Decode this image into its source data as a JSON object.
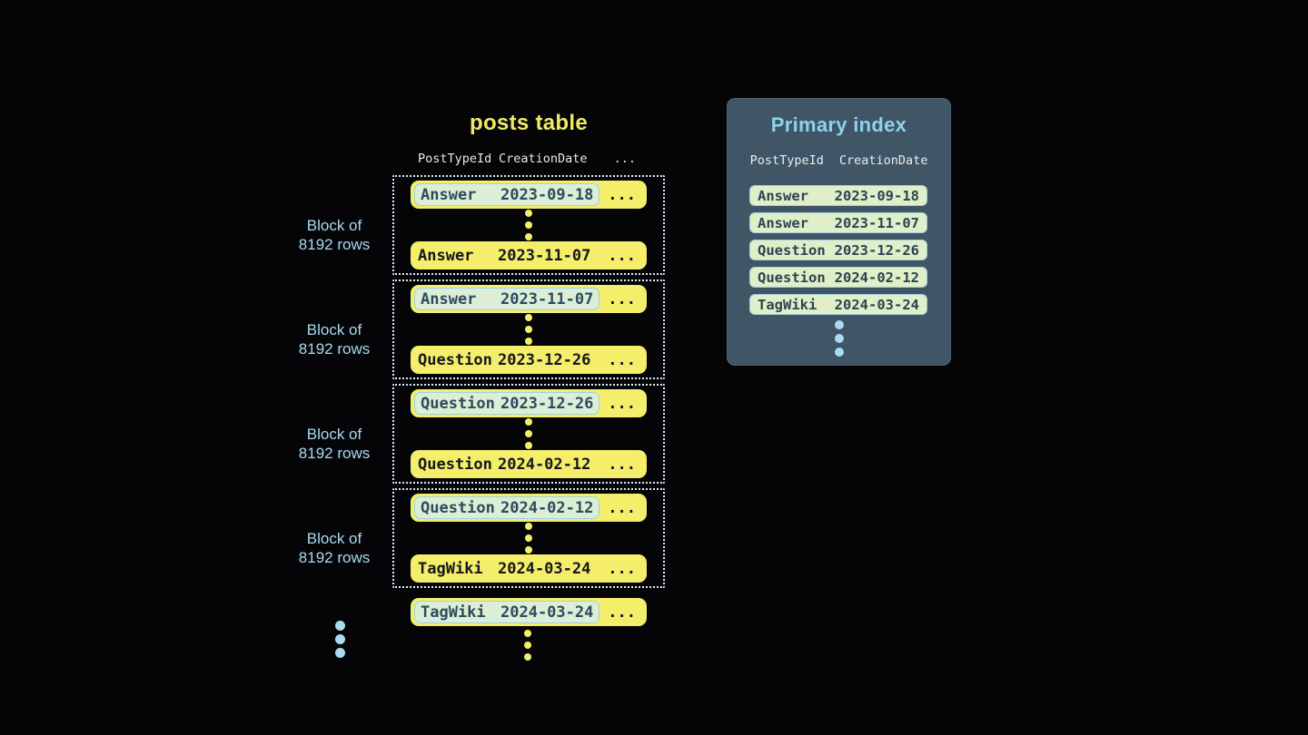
{
  "posts_table": {
    "title": "posts table",
    "columns": {
      "type": "PostTypeId",
      "date": "CreationDate",
      "more": "..."
    },
    "block_label": {
      "line1": "Block of",
      "line2": "8192 rows"
    },
    "row_ellipsis": "...",
    "blocks": [
      {
        "first": {
          "type": "Answer",
          "date": "2023-09-18"
        },
        "last": {
          "type": "Answer",
          "date": "2023-11-07"
        }
      },
      {
        "first": {
          "type": "Answer",
          "date": "2023-11-07"
        },
        "last": {
          "type": "Question",
          "date": "2023-12-26"
        }
      },
      {
        "first": {
          "type": "Question",
          "date": "2023-12-26"
        },
        "last": {
          "type": "Question",
          "date": "2024-02-12"
        }
      },
      {
        "first": {
          "type": "Question",
          "date": "2024-02-12"
        },
        "last": {
          "type": "TagWiki",
          "date": "2024-03-24"
        }
      }
    ],
    "overflow_row": {
      "type": "TagWiki",
      "date": "2024-03-24"
    }
  },
  "primary_index": {
    "title": "Primary index",
    "columns": {
      "type": "PostTypeId",
      "date": "CreationDate"
    },
    "rows": [
      {
        "type": "Answer",
        "date": "2023-09-18"
      },
      {
        "type": "Answer",
        "date": "2023-11-07"
      },
      {
        "type": "Question",
        "date": "2023-12-26"
      },
      {
        "type": "Question",
        "date": "2024-02-12"
      },
      {
        "type": "TagWiki",
        "date": "2024-03-24"
      }
    ]
  },
  "colors": {
    "background": "#050507",
    "row_yellow": "#f4ee6b",
    "row_text_dark": "#16161d",
    "highlight_bg": "#ddeed6",
    "highlight_border": "#9ed0e2",
    "highlight_text": "#2d4b5e",
    "block_border": "#dcedf6",
    "label_blue": "#a9daf0",
    "title_yellow": "#efeb64",
    "panel_bg": "#405565",
    "panel_title_blue": "#8ed2ec",
    "index_row_bg": "#e0efc8",
    "index_row_border": "#9fd0dd",
    "index_row_text": "#2c4353"
  }
}
